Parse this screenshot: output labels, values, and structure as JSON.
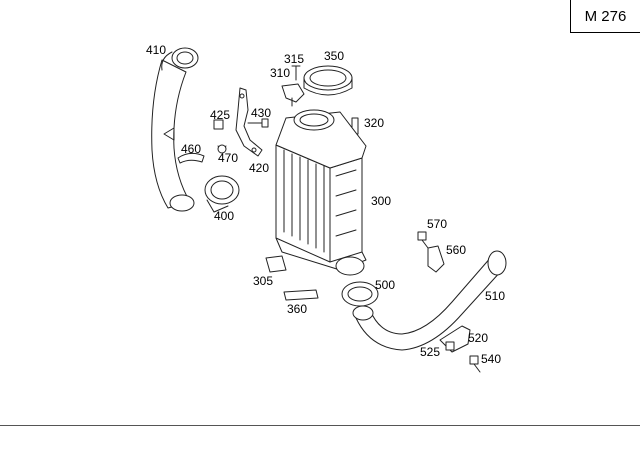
{
  "drawing": {
    "code": "M 276",
    "callouts": [
      "410",
      "315",
      "350",
      "310",
      "425",
      "430",
      "320",
      "460",
      "470",
      "420",
      "400",
      "300",
      "570",
      "560",
      "305",
      "500",
      "510",
      "360",
      "520",
      "525",
      "540"
    ]
  }
}
